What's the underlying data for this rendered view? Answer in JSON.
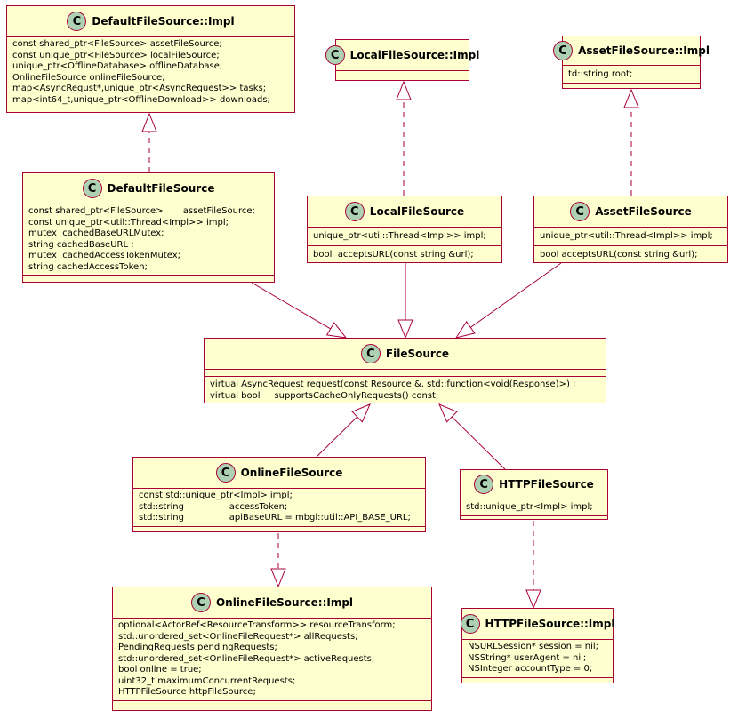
{
  "badge_letter": "C",
  "classes": {
    "default_impl": {
      "name": "DefaultFileSource::Impl",
      "fields": [
        "const shared_ptr<FileSource> assetFileSource;",
        "const unique_ptr<FileSource> localFileSource;",
        "unique_ptr<OfflineDatabase> offlineDatabase;",
        "OnlineFileSource onlineFileSource;",
        "map<AsyncRequst*,unique_ptr<AsyncRequest>> tasks;",
        "map<int64_t,unique_ptr<OfflineDownload>> downloads;"
      ]
    },
    "local_impl": {
      "name": "LocalFileSource::Impl"
    },
    "asset_impl": {
      "name": "AssetFileSource::Impl",
      "fields": [
        "td::string root;"
      ]
    },
    "default_source": {
      "name": "DefaultFileSource",
      "fields": [
        "const shared_ptr<FileSource>       assetFileSource;",
        "const unique_ptr<util::Thread<Impl>> impl;",
        "mutex  cachedBaseURLMutex;",
        "string cachedBaseURL ;",
        "mutex  cachedAccessTokenMutex;",
        "string cachedAccessToken;"
      ]
    },
    "local_source": {
      "name": "LocalFileSource",
      "fields": [
        "unique_ptr<util::Thread<Impl>> impl;"
      ],
      "methods": [
        "bool  acceptsURL(const string &url);"
      ]
    },
    "asset_source": {
      "name": "AssetFileSource",
      "fields": [
        "unique_ptr<util::Thread<Impl>> impl;"
      ],
      "methods": [
        "bool acceptsURL(const string &url);"
      ]
    },
    "file_source": {
      "name": "FileSource",
      "methods": [
        "virtual AsyncRequest request(const Resource &, std::function<void(Response)>) ;",
        "virtual bool     supportsCacheOnlyRequests() const;"
      ]
    },
    "online_source": {
      "name": "OnlineFileSource",
      "fields": [
        "const std::unique_ptr<Impl> impl;",
        "std::string                accessToken;",
        "std::string                apiBaseURL = mbgl::util::API_BASE_URL;"
      ]
    },
    "http_source": {
      "name": "HTTPFileSource",
      "fields": [
        "std::unique_ptr<Impl> impl;"
      ]
    },
    "online_impl": {
      "name": "OnlineFileSource::Impl",
      "fields": [
        "optional<ActorRef<ResourceTransform>> resourceTransform;",
        "std::unordered_set<OnlineFileRequest*> allRequests;",
        "PendingRequests pendingRequests;",
        "std::unordered_set<OnlineFileRequest*> activeRequests;",
        "bool online = true;",
        "uint32_t maximumConcurrentRequests;",
        "HTTPFileSource httpFileSource;"
      ]
    },
    "http_impl": {
      "name": "HTTPFileSource::Impl",
      "fields": [
        "NSURLSession* session = nil;",
        "NSString* userAgent = nil;",
        "NSInteger accountType = 0;"
      ]
    }
  },
  "colors": {
    "fill": "#FEFECE",
    "border": "#A80036",
    "badge": "#ADD1B2"
  }
}
